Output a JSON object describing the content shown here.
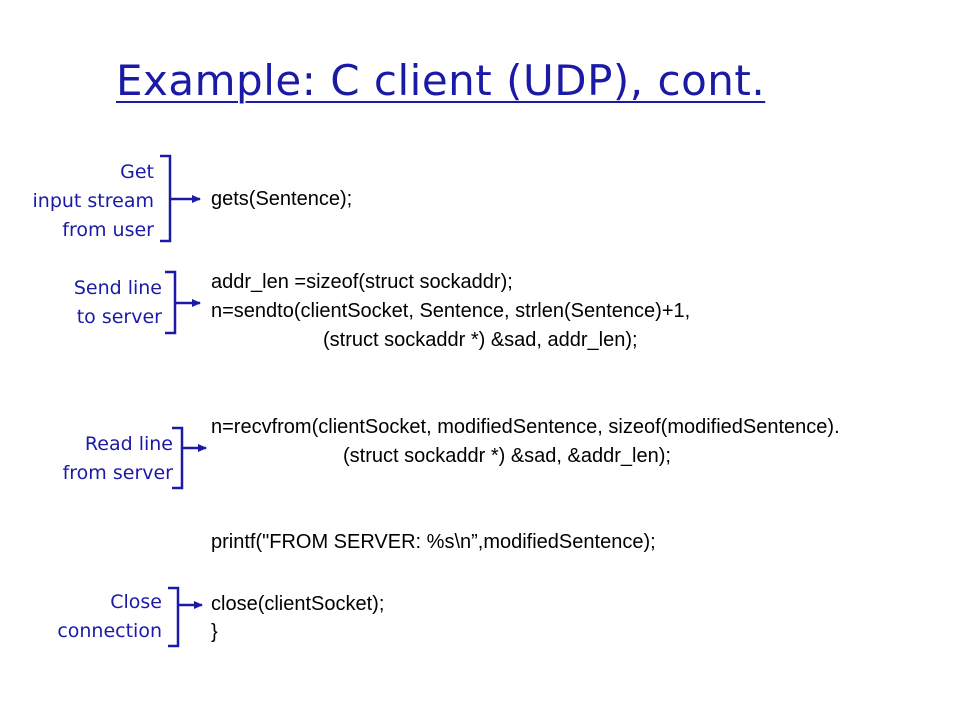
{
  "title": "Example: C client (UDP), cont.",
  "annotations": {
    "get_input": [
      "Get",
      "input stream",
      "from user"
    ],
    "send_line": [
      "Send line",
      "to server"
    ],
    "read_line": [
      "Read line",
      "from server"
    ],
    "close": [
      "Close",
      "connection"
    ]
  },
  "code": {
    "gets": "gets(Sentence);",
    "addr_len": "addr_len =sizeof(struct sockaddr);",
    "sendto_1": "n=sendto(clientSocket, Sentence, strlen(Sentence)+1,",
    "sendto_2": "(struct sockaddr *) &sad, addr_len);",
    "recvfrom_1": "n=recvfrom(clientSocket, modifiedSentence, sizeof(modifiedSentence).",
    "recvfrom_2": "(struct sockaddr *) &sad, &addr_len);",
    "printf": "printf(\"FROM SERVER: %s\\n”,modifiedSentence);",
    "close": "close(clientSocket);",
    "brace": "}"
  },
  "colors": {
    "accent": "#1a1aa6",
    "text": "#000000"
  }
}
